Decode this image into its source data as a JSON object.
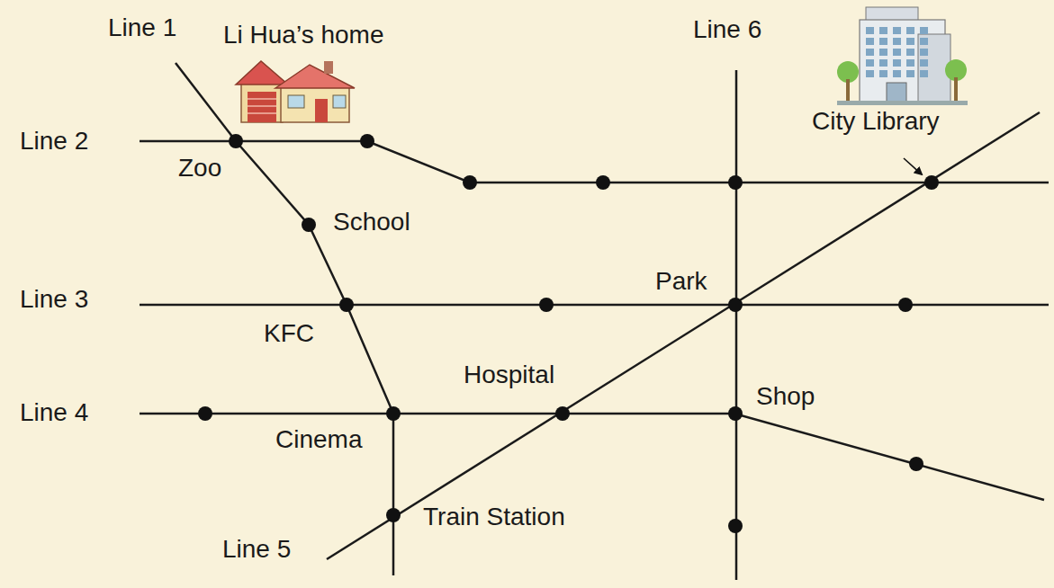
{
  "diagram": {
    "labels": [
      "Line 1",
      "Li Hua’s home",
      "Line 6",
      "City Library",
      "Line 2",
      "Zoo",
      "School",
      "Line 3",
      "Park",
      "KFC",
      "Hospital",
      "Shop",
      "Line 4",
      "Cinema",
      "Train Station",
      "Line 5"
    ]
  }
}
